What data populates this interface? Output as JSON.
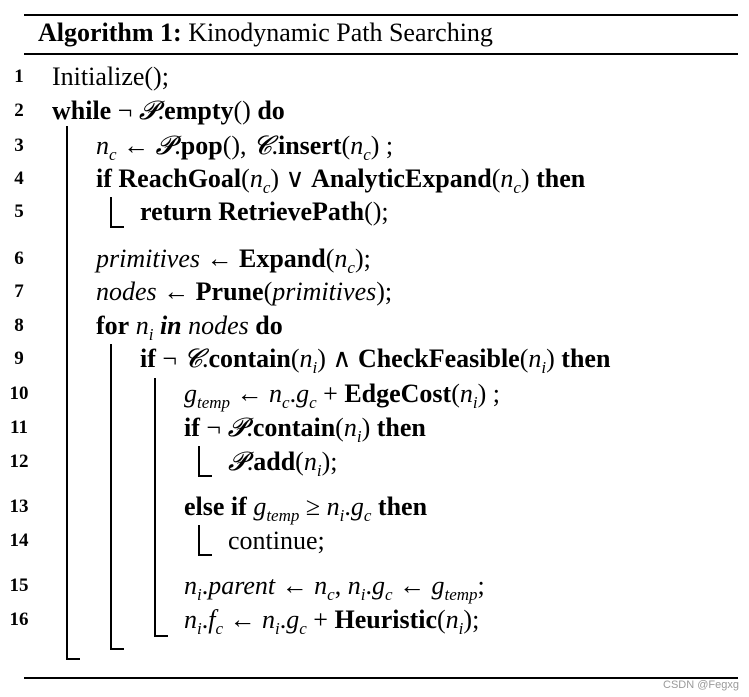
{
  "algorithm": {
    "label": "Algorithm 1:",
    "title": "Kinodynamic Path Searching"
  },
  "lines": [
    {
      "num": "1",
      "parts": [
        {
          "t": "Initialize();"
        }
      ]
    },
    {
      "num": "2",
      "parts": [
        {
          "t": "while",
          "s": "b"
        },
        {
          "t": " ¬ "
        },
        {
          "t": "𝓟",
          "s": "i"
        },
        {
          "t": "."
        },
        {
          "t": "empty",
          "s": "b"
        },
        {
          "t": "() "
        },
        {
          "t": "do",
          "s": "b"
        }
      ]
    },
    {
      "num": "3",
      "parts": [
        {
          "t": "n",
          "s": "i"
        },
        {
          "t": "c",
          "s": "sub"
        },
        {
          "t": " ← "
        },
        {
          "t": "𝓟",
          "s": "i"
        },
        {
          "t": "."
        },
        {
          "t": "pop",
          "s": "b"
        },
        {
          "t": "(), "
        },
        {
          "t": "𝓒",
          "s": "i"
        },
        {
          "t": "."
        },
        {
          "t": "insert",
          "s": "b"
        },
        {
          "t": "("
        },
        {
          "t": "n",
          "s": "i"
        },
        {
          "t": "c",
          "s": "sub"
        },
        {
          "t": ") ;"
        }
      ]
    },
    {
      "num": "4",
      "parts": [
        {
          "t": "if",
          "s": "b"
        },
        {
          "t": " "
        },
        {
          "t": "ReachGoal",
          "s": "b"
        },
        {
          "t": "("
        },
        {
          "t": "n",
          "s": "i"
        },
        {
          "t": "c",
          "s": "sub"
        },
        {
          "t": ") ∨ "
        },
        {
          "t": "AnalyticExpand",
          "s": "b"
        },
        {
          "t": "("
        },
        {
          "t": "n",
          "s": "i"
        },
        {
          "t": "c",
          "s": "sub"
        },
        {
          "t": ") "
        },
        {
          "t": "then",
          "s": "b"
        }
      ]
    },
    {
      "num": "5",
      "parts": [
        {
          "t": "return",
          "s": "b"
        },
        {
          "t": " "
        },
        {
          "t": "RetrievePath",
          "s": "b"
        },
        {
          "t": "();"
        }
      ]
    },
    {
      "num": "6",
      "parts": [
        {
          "t": "primitives",
          "s": "i"
        },
        {
          "t": " ← "
        },
        {
          "t": "Expand",
          "s": "b"
        },
        {
          "t": "("
        },
        {
          "t": "n",
          "s": "i"
        },
        {
          "t": "c",
          "s": "sub"
        },
        {
          "t": ");"
        }
      ]
    },
    {
      "num": "7",
      "parts": [
        {
          "t": "nodes",
          "s": "i"
        },
        {
          "t": " ← "
        },
        {
          "t": "Prune",
          "s": "b"
        },
        {
          "t": "("
        },
        {
          "t": "primitives",
          "s": "i"
        },
        {
          "t": ");"
        }
      ]
    },
    {
      "num": "8",
      "parts": [
        {
          "t": "for",
          "s": "b"
        },
        {
          "t": " "
        },
        {
          "t": "n",
          "s": "i"
        },
        {
          "t": "i",
          "s": "sub"
        },
        {
          "t": " "
        },
        {
          "t": "in",
          "s": "b i"
        },
        {
          "t": " "
        },
        {
          "t": "nodes",
          "s": "i"
        },
        {
          "t": " "
        },
        {
          "t": "do",
          "s": "b"
        }
      ]
    },
    {
      "num": "9",
      "parts": [
        {
          "t": "if",
          "s": "b"
        },
        {
          "t": " ¬ "
        },
        {
          "t": "𝓒",
          "s": "i"
        },
        {
          "t": "."
        },
        {
          "t": "contain",
          "s": "b"
        },
        {
          "t": "("
        },
        {
          "t": "n",
          "s": "i"
        },
        {
          "t": "i",
          "s": "sub"
        },
        {
          "t": ") ∧ "
        },
        {
          "t": "CheckFeasible",
          "s": "b"
        },
        {
          "t": "("
        },
        {
          "t": "n",
          "s": "i"
        },
        {
          "t": "i",
          "s": "sub"
        },
        {
          "t": ") "
        },
        {
          "t": "then",
          "s": "b"
        }
      ]
    },
    {
      "num": "10",
      "parts": [
        {
          "t": "g",
          "s": "i"
        },
        {
          "t": "temp",
          "s": "sub"
        },
        {
          "t": " ← "
        },
        {
          "t": "n",
          "s": "i"
        },
        {
          "t": "c",
          "s": "sub"
        },
        {
          "t": "."
        },
        {
          "t": "g",
          "s": "i"
        },
        {
          "t": "c",
          "s": "sub"
        },
        {
          "t": " + "
        },
        {
          "t": "EdgeCost",
          "s": "b"
        },
        {
          "t": "("
        },
        {
          "t": "n",
          "s": "i"
        },
        {
          "t": "i",
          "s": "sub"
        },
        {
          "t": ") ;"
        }
      ]
    },
    {
      "num": "11",
      "parts": [
        {
          "t": "if",
          "s": "b"
        },
        {
          "t": " ¬ "
        },
        {
          "t": "𝓟",
          "s": "i"
        },
        {
          "t": "."
        },
        {
          "t": "contain",
          "s": "b"
        },
        {
          "t": "("
        },
        {
          "t": "n",
          "s": "i"
        },
        {
          "t": "i",
          "s": "sub"
        },
        {
          "t": ") "
        },
        {
          "t": "then",
          "s": "b"
        }
      ]
    },
    {
      "num": "12",
      "parts": [
        {
          "t": "𝓟",
          "s": "i"
        },
        {
          "t": "."
        },
        {
          "t": "add",
          "s": "b"
        },
        {
          "t": "("
        },
        {
          "t": "n",
          "s": "i"
        },
        {
          "t": "i",
          "s": "sub"
        },
        {
          "t": ");"
        }
      ]
    },
    {
      "num": "13",
      "parts": [
        {
          "t": "else if",
          "s": "b"
        },
        {
          "t": " "
        },
        {
          "t": "g",
          "s": "i"
        },
        {
          "t": "temp",
          "s": "sub"
        },
        {
          "t": " ≥ "
        },
        {
          "t": "n",
          "s": "i"
        },
        {
          "t": "i",
          "s": "sub"
        },
        {
          "t": "."
        },
        {
          "t": "g",
          "s": "i"
        },
        {
          "t": "c",
          "s": "sub"
        },
        {
          "t": " "
        },
        {
          "t": "then",
          "s": "b"
        }
      ]
    },
    {
      "num": "14",
      "parts": [
        {
          "t": "continue;"
        }
      ]
    },
    {
      "num": "15",
      "parts": [
        {
          "t": "n",
          "s": "i"
        },
        {
          "t": "i",
          "s": "sub"
        },
        {
          "t": "."
        },
        {
          "t": "parent",
          "s": "i"
        },
        {
          "t": " ← "
        },
        {
          "t": "n",
          "s": "i"
        },
        {
          "t": "c",
          "s": "sub"
        },
        {
          "t": ",  "
        },
        {
          "t": "n",
          "s": "i"
        },
        {
          "t": "i",
          "s": "sub"
        },
        {
          "t": "."
        },
        {
          "t": "g",
          "s": "i"
        },
        {
          "t": "c",
          "s": "sub"
        },
        {
          "t": " ← "
        },
        {
          "t": "g",
          "s": "i"
        },
        {
          "t": "temp",
          "s": "sub"
        },
        {
          "t": ";"
        }
      ]
    },
    {
      "num": "16",
      "parts": [
        {
          "t": "n",
          "s": "i"
        },
        {
          "t": "i",
          "s": "sub"
        },
        {
          "t": "."
        },
        {
          "t": "f",
          "s": "i"
        },
        {
          "t": "c",
          "s": "sub"
        },
        {
          "t": " ← "
        },
        {
          "t": "n",
          "s": "i"
        },
        {
          "t": "i",
          "s": "sub"
        },
        {
          "t": "."
        },
        {
          "t": "g",
          "s": "i"
        },
        {
          "t": "c",
          "s": "sub"
        },
        {
          "t": " + "
        },
        {
          "t": "Heuristic",
          "s": "b"
        },
        {
          "t": "("
        },
        {
          "t": "n",
          "s": "i"
        },
        {
          "t": "i",
          "s": "sub"
        },
        {
          "t": ");"
        }
      ]
    }
  ],
  "watermark": "CSDN @Fegxg"
}
